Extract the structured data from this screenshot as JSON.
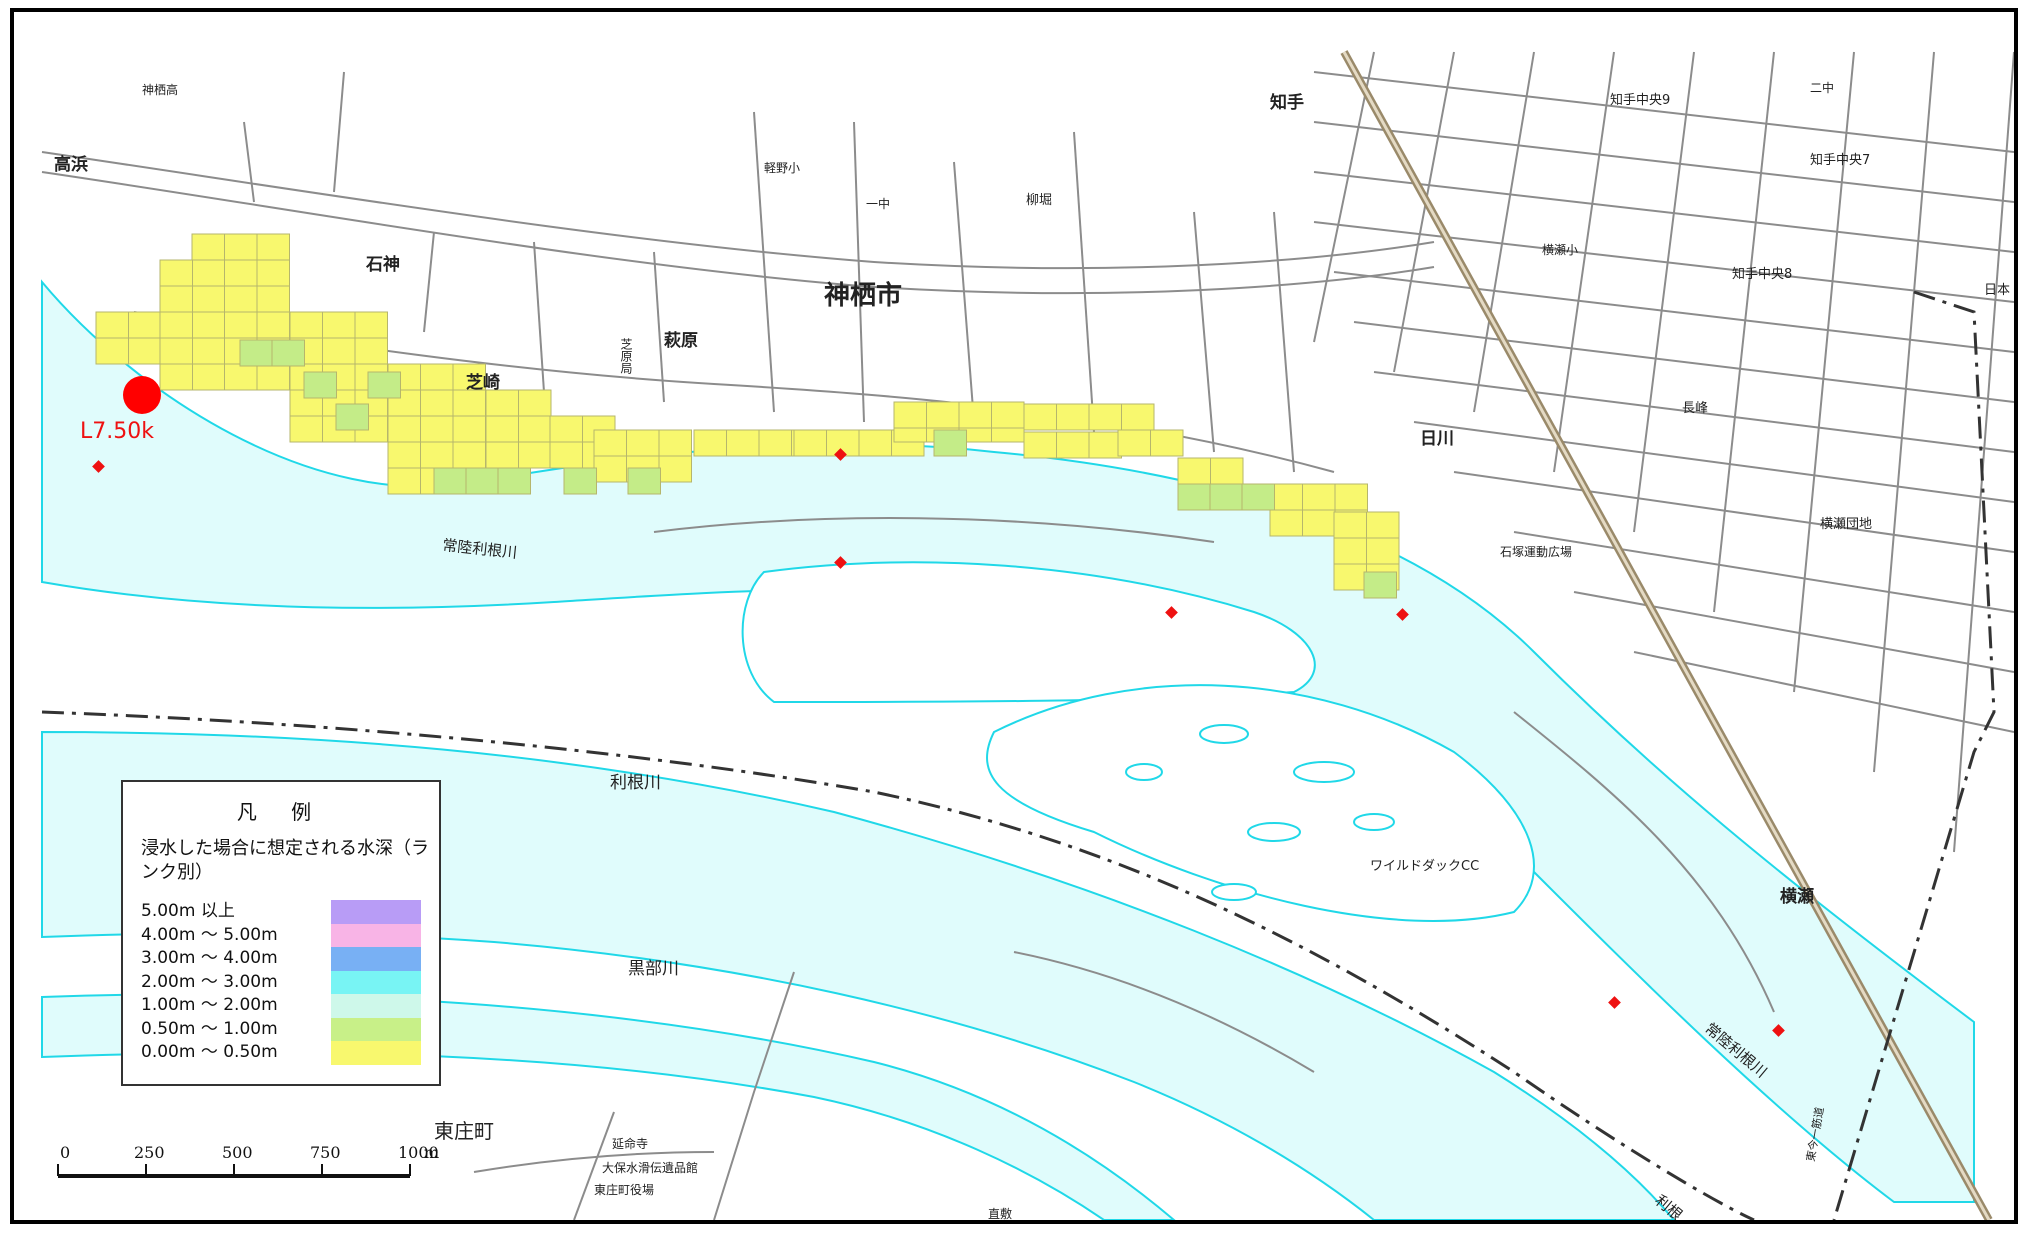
{
  "map": {
    "city_label": "神栖市",
    "places": [
      {
        "id": "takahama",
        "text": "高浜"
      },
      {
        "id": "kamisu-high",
        "text": "神栖高"
      },
      {
        "id": "ishigami",
        "text": "石神"
      },
      {
        "id": "shibazaki",
        "text": "芝崎"
      },
      {
        "id": "haginohara",
        "text": "萩原"
      },
      {
        "id": "post-office",
        "text": "芝原局"
      },
      {
        "id": "karuno-elementary",
        "text": "軽野小"
      },
      {
        "id": "ichichu",
        "text": "一中"
      },
      {
        "id": "yanagibori",
        "text": "柳堀"
      },
      {
        "id": "chite",
        "text": "知手"
      },
      {
        "id": "chite-chuo-9",
        "text": "知手中央9"
      },
      {
        "id": "nichu",
        "text": "二中"
      },
      {
        "id": "chite-chuo-7",
        "text": "知手中央7"
      },
      {
        "id": "yokose-elementary",
        "text": "横瀬小"
      },
      {
        "id": "chite-chuo-8",
        "text": "知手中央8"
      },
      {
        "id": "nihon-fragment",
        "text": "日本"
      },
      {
        "id": "nagamine",
        "text": "長峰"
      },
      {
        "id": "nikkawa",
        "text": "日川"
      },
      {
        "id": "yokose-danchi",
        "text": "横瀬団地"
      },
      {
        "id": "ishizuka-ground",
        "text": "石塚運動広場"
      },
      {
        "id": "wild-duck-cc",
        "text": "ワイルドダックCC"
      },
      {
        "id": "yokose",
        "text": "横瀬"
      },
      {
        "id": "kurobegawa",
        "text": "黒部川"
      },
      {
        "id": "tonegawa",
        "text": "利根川"
      },
      {
        "id": "hitachitone-1",
        "text": "常陸利根川"
      },
      {
        "id": "hitachitone-2",
        "text": "常陸利根川"
      },
      {
        "id": "enmeiji",
        "text": "延命寺"
      },
      {
        "id": "museum",
        "text": "大保水滑伝遺品館"
      },
      {
        "id": "town-office",
        "text": "東庄町役場"
      },
      {
        "id": "togomachi",
        "text": "東庄町"
      },
      {
        "id": "shiki",
        "text": "直敷"
      },
      {
        "id": "tone-fragment",
        "text": "利根"
      },
      {
        "id": "route-sign",
        "text": "東今一筋道"
      }
    ],
    "breach_point": {
      "label": "L7.50k",
      "color": "#ff0000"
    },
    "colors": {
      "water": "#e0fcfc",
      "river_line": "#20d8e8",
      "road": "#8c8c8c",
      "depth_0_050": "#f8f86e",
      "depth_050_1": "#c4ec88",
      "grid_line": "#b6b66c",
      "marker": "#ee1111"
    }
  },
  "legend": {
    "title": "凡 例",
    "subtitle": "浸水した場合に想定される水深（ランク別）",
    "items": [
      {
        "label": "5.00m 以上",
        "color": "#b89cf6"
      },
      {
        "label": "4.00m ～ 5.00m",
        "color": "#f8b4e6"
      },
      {
        "label": "3.00m ～ 4.00m",
        "color": "#78b0f4"
      },
      {
        "label": "2.00m ～ 3.00m",
        "color": "#78f4f4"
      },
      {
        "label": "1.00m ～ 2.00m",
        "color": "#cef8ea"
      },
      {
        "label": "0.50m ～ 1.00m",
        "color": "#c8f088"
      },
      {
        "label": "0.00m ～ 0.50m",
        "color": "#f8f86e"
      }
    ]
  },
  "scale": {
    "ticks": [
      "0",
      "250",
      "500",
      "750",
      "1000"
    ],
    "unit": "m"
  }
}
